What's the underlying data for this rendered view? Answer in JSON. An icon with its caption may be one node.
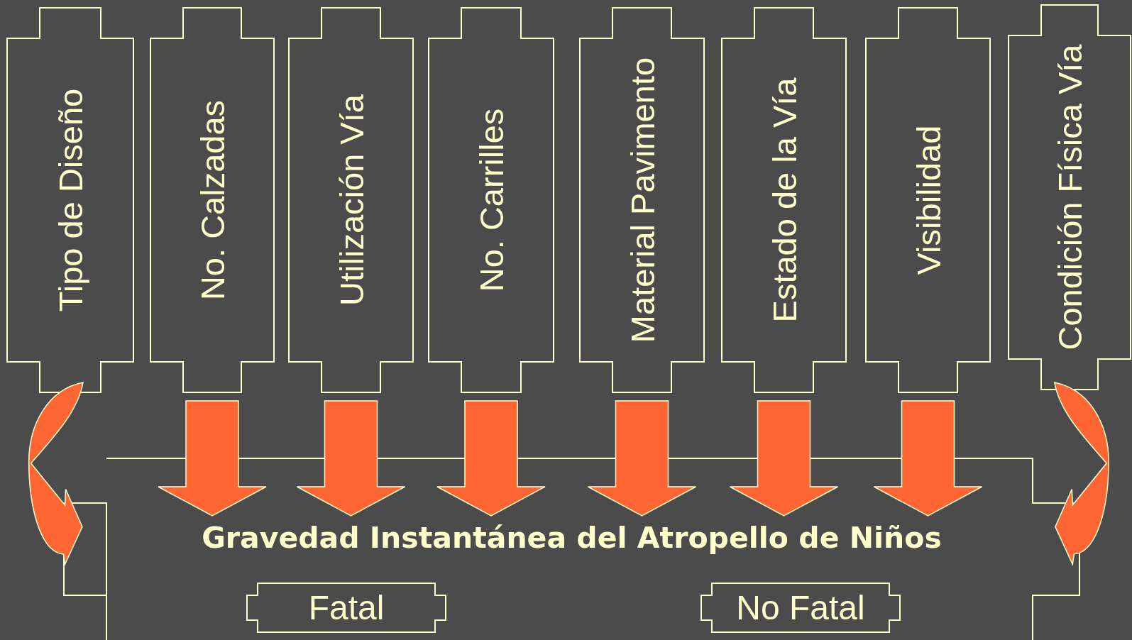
{
  "diagram": {
    "nodes": [
      {
        "text": [
          "Tipo de Diseño"
        ]
      },
      {
        "text": [
          "No. Calzadas"
        ]
      },
      {
        "text": [
          "Utilización Vía"
        ]
      },
      {
        "text": [
          "No. Carrilles"
        ]
      },
      {
        "text": [
          "Material Pavimento"
        ]
      },
      {
        "text": [
          "Estado de la Vía"
        ]
      },
      {
        "text": [
          "Visibilidad"
        ]
      },
      {
        "text": [
          "Condición Física Vía"
        ]
      },
      {
        "text": [
          "Gravedad Instantánea del Atropello de Niños"
        ]
      },
      {
        "text": [
          "Fatal"
        ],
        "in": 8
      },
      {
        "text": [
          "No Fatal"
        ],
        "in": 8
      }
    ],
    "edges": [
      {
        "from": 0,
        "to": 8,
        "arrow": "to"
      },
      {
        "from": 1,
        "to": 8,
        "arrow": "to"
      },
      {
        "from": 2,
        "to": 8,
        "arrow": "to"
      },
      {
        "from": 3,
        "to": 8,
        "arrow": "to"
      },
      {
        "from": 4,
        "to": 8,
        "arrow": "to"
      },
      {
        "from": 5,
        "to": 8,
        "arrow": "to"
      },
      {
        "from": 6,
        "to": 8,
        "arrow": "to"
      },
      {
        "from": 7,
        "to": 8,
        "arrow": "to"
      }
    ]
  }
}
